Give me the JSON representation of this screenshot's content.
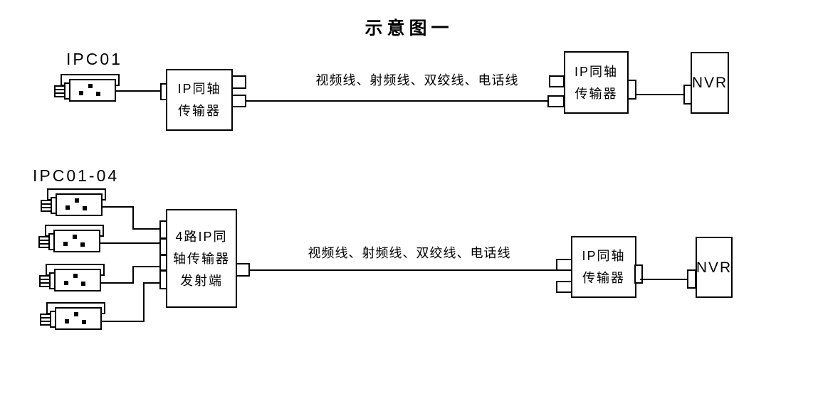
{
  "title": "示意图一",
  "colors": {
    "ink": "#000000",
    "bg": "#ffffff"
  },
  "top_row": {
    "camera_label": "IPC01",
    "transmitter_left": {
      "line1": "IP同轴",
      "line2": "传输器"
    },
    "cable_label": "视频线、射频线、双绞线、电话线",
    "transmitter_right": {
      "line1": "IP同轴",
      "line2": "传输器"
    },
    "nvr_label": "NVR"
  },
  "bottom_row": {
    "camera_label": "IPC01-04",
    "transmitter_left": {
      "line1": "4路IP同",
      "line2": "轴传输器",
      "line3": "发射端"
    },
    "cable_label": "视频线、射频线、双绞线、电话线",
    "transmitter_right": {
      "line1": "IP同轴",
      "line2": "传输器"
    },
    "nvr_label": "NVR"
  }
}
